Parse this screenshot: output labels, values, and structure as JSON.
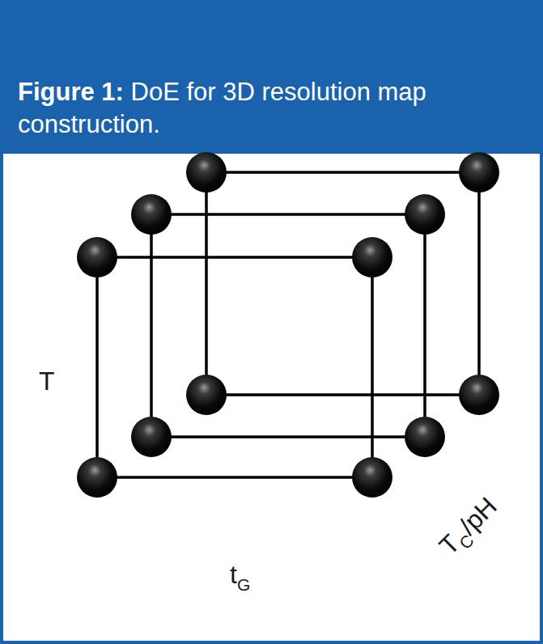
{
  "diagram": {
    "title": "DoE for 3D resolution map construction.",
    "labels": [
      "Figure 1:",
      "T",
      "t",
      "G",
      "T",
      "C",
      "/pH"
    ]
  }
}
